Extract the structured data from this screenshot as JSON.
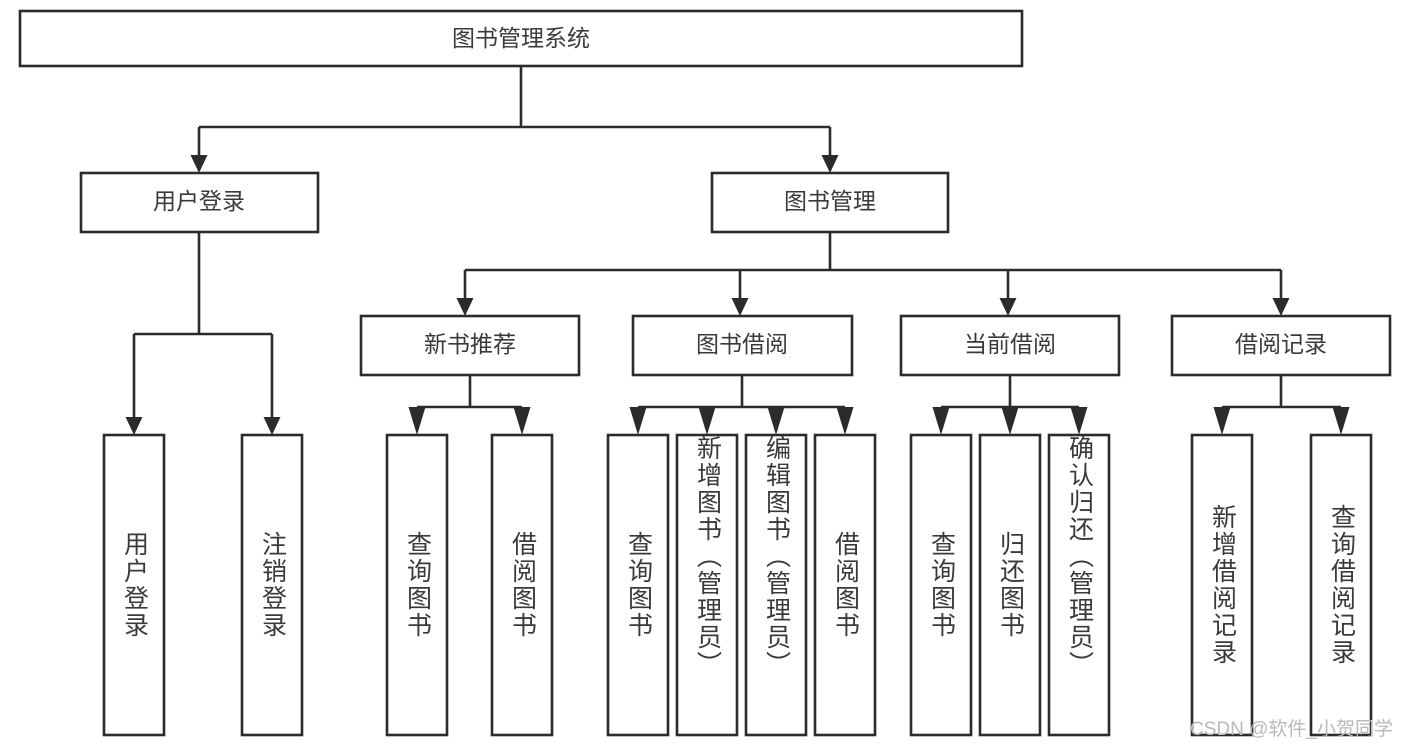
{
  "diagram": {
    "title": "图书管理系统",
    "type": "tree-hierarchy-chart",
    "root": {
      "label": "图书管理系统"
    },
    "level1": [
      {
        "label": "用户登录"
      },
      {
        "label": "图书管理"
      }
    ],
    "level2": [
      {
        "label": "新书推荐",
        "parent": "图书管理"
      },
      {
        "label": "图书借阅",
        "parent": "图书管理"
      },
      {
        "label": "当前借阅",
        "parent": "图书管理"
      },
      {
        "label": "借阅记录",
        "parent": "图书管理"
      }
    ],
    "leaves": {
      "user_login": [
        {
          "label": "用户登录"
        },
        {
          "label": "注销登录"
        }
      ],
      "new_book_recommend": [
        {
          "label": "查询图书"
        },
        {
          "label": "借阅图书"
        }
      ],
      "book_borrow": [
        {
          "label": "查询图书"
        },
        {
          "label": "新增图书（管理员）"
        },
        {
          "label": "编辑图书（管理员）"
        },
        {
          "label": "借阅图书"
        }
      ],
      "current_borrow": [
        {
          "label": "查询图书"
        },
        {
          "label": "归还图书"
        },
        {
          "label": "确认归还（管理员）"
        }
      ],
      "borrow_record": [
        {
          "label": "新增借阅记录"
        },
        {
          "label": "查询借阅记录"
        }
      ]
    }
  },
  "watermark": {
    "text": "CSDN @软件_小贺同学"
  },
  "colors": {
    "background": "#ffffff",
    "box_border": "#2b2b2b",
    "box_fill": "#ffffff",
    "text": "#3a3a3a",
    "connector": "#2b2b2b",
    "watermark": "#b9b9b9"
  }
}
